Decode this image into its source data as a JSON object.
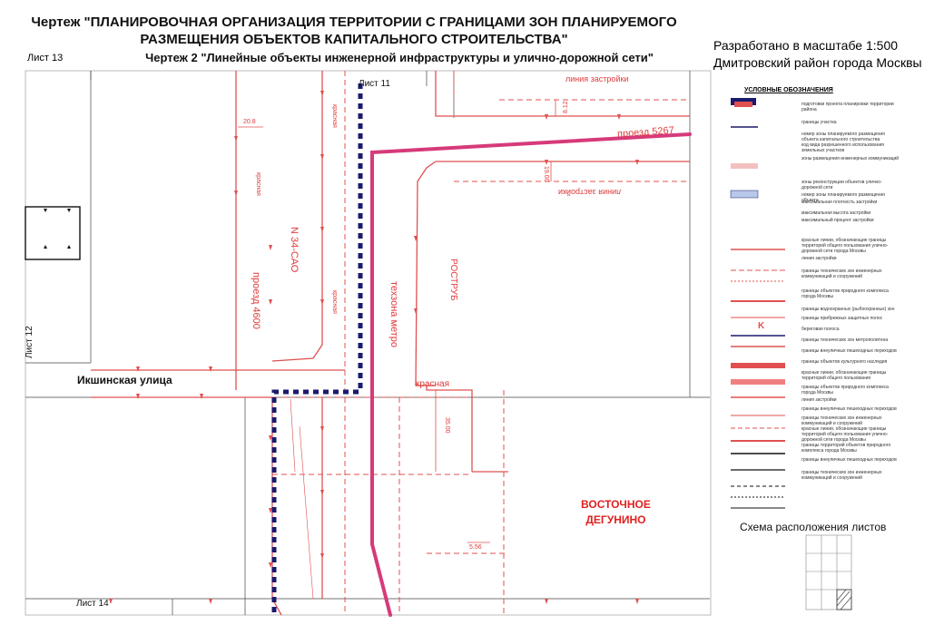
{
  "header": {
    "title_line1": "Чертеж \"ПЛАНИРОВОЧНАЯ ОРГАНИЗАЦИЯ ТЕРРИТОРИИ С ГРАНИЦАМИ ЗОН ПЛАНИРУЕМОГО",
    "title_line2": "РАЗМЕЩЕНИЯ ОБЪЕКТОВ КАПИТАЛЬНОГО СТРОИТЕЛЬСТВА\"",
    "subtitle": "Чертеж 2 \"Линейные объекты инженерной инфраструктуры и улично-дорожной сети\"",
    "sheet": "Лист 13",
    "scale": "Разработано в масштабе 1:500",
    "district_note": "Дмитровский район города Москвы"
  },
  "map": {
    "sheet_refs": {
      "top": "Лист 11",
      "left": "Лист 12",
      "bottom": "Лист 14"
    },
    "street": "Икшинская улица",
    "district_line1": "ВОСТОЧНОЕ",
    "district_line2": "ДЕГУНИНО",
    "labels": {
      "proezd_5267": "проезд 5267",
      "proezd_4600": "проезд 4600",
      "n34": "N 34-САО",
      "tekhzona": "техзона метро",
      "rostrub": "РОСТРУБ",
      "liniya1": "линия застройки",
      "liniya2": "линия застройки",
      "krasnaya1": "красная",
      "krasnaya2": "красная",
      "krasnaya3": "красная",
      "krasnaya_big": "красная",
      "dim_208": "20.8",
      "dim_19": "19.00",
      "dim_812": "8.12",
      "dim_35": "35.00",
      "dim_56": "5.56"
    }
  },
  "legend": {
    "title": "УСЛОВНЫЕ ОБОЗНАЧЕНИЯ",
    "items": [
      "подготовки проекта планировки территории района",
      "границы участка",
      "номер зоны планируемого размещения объекта капитального строительства",
      "код вида разрешенного использования земельных участков",
      "зоны размещения инженерных коммуникаций",
      "зоны реконструкции объектов улично-дорожной сети",
      "номер зоны планируемого размещения объекта",
      "максимальная плотность застройки",
      "максимальная высота застройки",
      "максимальный процент застройки",
      "красные линии, обозначающие границы территорий общего пользования улично-дорожной сети города Москвы",
      "линия застройки",
      "границы технических зон инженерных коммуникаций и сооружений",
      "границы объектов природного комплекса города Москвы",
      "границы водоохранных (рыбоохранных) зон",
      "границы прибрежных защитных полос",
      "береговая полоса",
      "границы технических зон метрополитена",
      "границы внеуличных пешеходных переходов",
      "границы объектов культурного наследия",
      "красные линии, обозначающие границы территорий общего пользования",
      "границы объектов природного комплекса города Москвы",
      "линия застройки",
      "границы внеуличных пешеходных переходов",
      "границы технических зон инженерных коммуникаций и сооружений",
      "красные линии, обозначающие границы территорий общего пользования улично-дорожной сети города Москвы",
      "границы территорий объектов природного комплекса города Москвы",
      "границы внеуличных пешеходных переходов",
      "границы технических зон инженерных коммуникаций и сооружений"
    ],
    "scheme_title": "Схема расположения листов"
  },
  "colors": {
    "red_line": "#e05050",
    "magenta": "#d63a7a",
    "navy": "#1a1a6e"
  }
}
